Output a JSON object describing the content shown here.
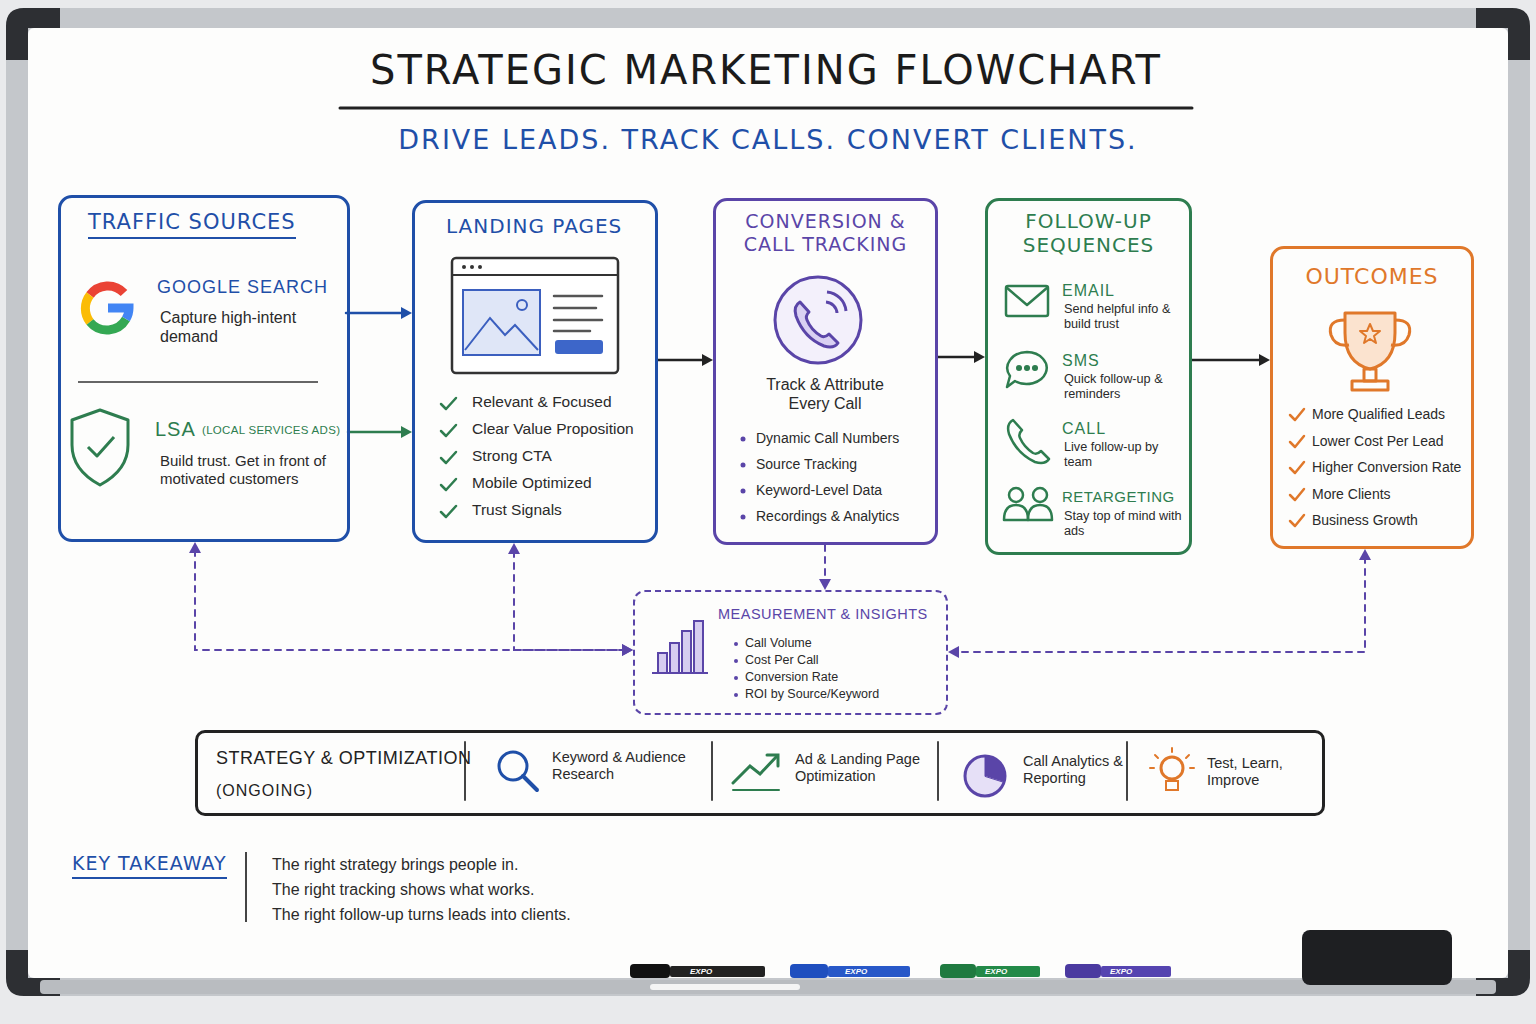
{
  "diagram": {
    "title": "STRATEGIC MARKETING FLOWCHART",
    "nodes": [
      {
        "text": [
          "TRAFFIC SOURCES"
        ]
      },
      {
        "text": [
          "GOOGLE SEARCH",
          "Capture high-intent demand"
        ],
        "in": 0
      },
      {
        "text": [
          "LSA",
          "(LOCAL SERVICES ADS)",
          "Build trust. Get in front of motivated customers"
        ],
        "in": 0
      },
      {
        "text": [
          "LANDING PAGES",
          "Relevant & Focused",
          "Clear Value Proposition",
          "Strong CTA",
          "Mobile Optimized",
          "Trust Signals"
        ]
      },
      {
        "text": [
          "CONVERSION & CALL TRACKING",
          "Track & Attribute Every Call",
          "Dynamic Call Numbers",
          "Source Tracking",
          "Keyword-Level Data",
          "Recordings & Analytics"
        ]
      },
      {
        "text": [
          "FOLLOW-UP SEQUENCES"
        ]
      },
      {
        "text": [
          "EMAIL",
          "Send helpful info & build trust"
        ],
        "in": 5
      },
      {
        "text": [
          "SMS",
          "Quick follow-up & reminders"
        ],
        "in": 5
      },
      {
        "text": [
          "CALL",
          "Live follow-up by team"
        ],
        "in": 5
      },
      {
        "text": [
          "RETARGETING",
          "Stay top of mind with ads"
        ],
        "in": 5
      },
      {
        "text": [
          "OUTCOMES",
          "More Qualified Leads",
          "Lower Cost Per Lead",
          "Higher Conversion Rate",
          "More Clients",
          "Business Growth"
        ]
      },
      {
        "text": [
          "MEASUREMENT & INSIGHTS",
          "Call Volume",
          "Cost Per Call",
          "Conversion Rate",
          "ROI by Source/Keyword"
        ]
      },
      {
        "text": [
          "STRATEGY & OPTIMIZATION",
          "(ONGOING)",
          "Keyword & Audience Research",
          "Ad & Landing Page Optimization",
          "Call Analytics & Reporting",
          "Test, Learn, Improve"
        ]
      }
    ],
    "edges": [
      {
        "from": 1,
        "to": 3,
        "arrow": "to"
      },
      {
        "from": 2,
        "to": 3,
        "arrow": "to"
      },
      {
        "from": 3,
        "to": 4,
        "arrow": "to"
      },
      {
        "from": 4,
        "to": 5,
        "arrow": "to"
      },
      {
        "from": 5,
        "to": 10,
        "arrow": "to"
      },
      {
        "from": 4,
        "to": 11,
        "arrow": "to"
      },
      {
        "from": 0,
        "to": 11,
        "arrow": "both"
      },
      {
        "from": 3,
        "to": 11,
        "arrow": "both"
      },
      {
        "from": 10,
        "to": 11,
        "arrow": "both"
      }
    ],
    "labels": [
      "DRIVE LEADS. TRACK CALLS. CONVERT CLIENTS.",
      "KEY TAKEAWAY",
      "The right strategy brings people in.",
      "The right tracking shows what works.",
      "The right follow-up turns leads into clients.",
      "EXPO",
      "EXPO",
      "EXPO",
      "EXPO"
    ]
  }
}
